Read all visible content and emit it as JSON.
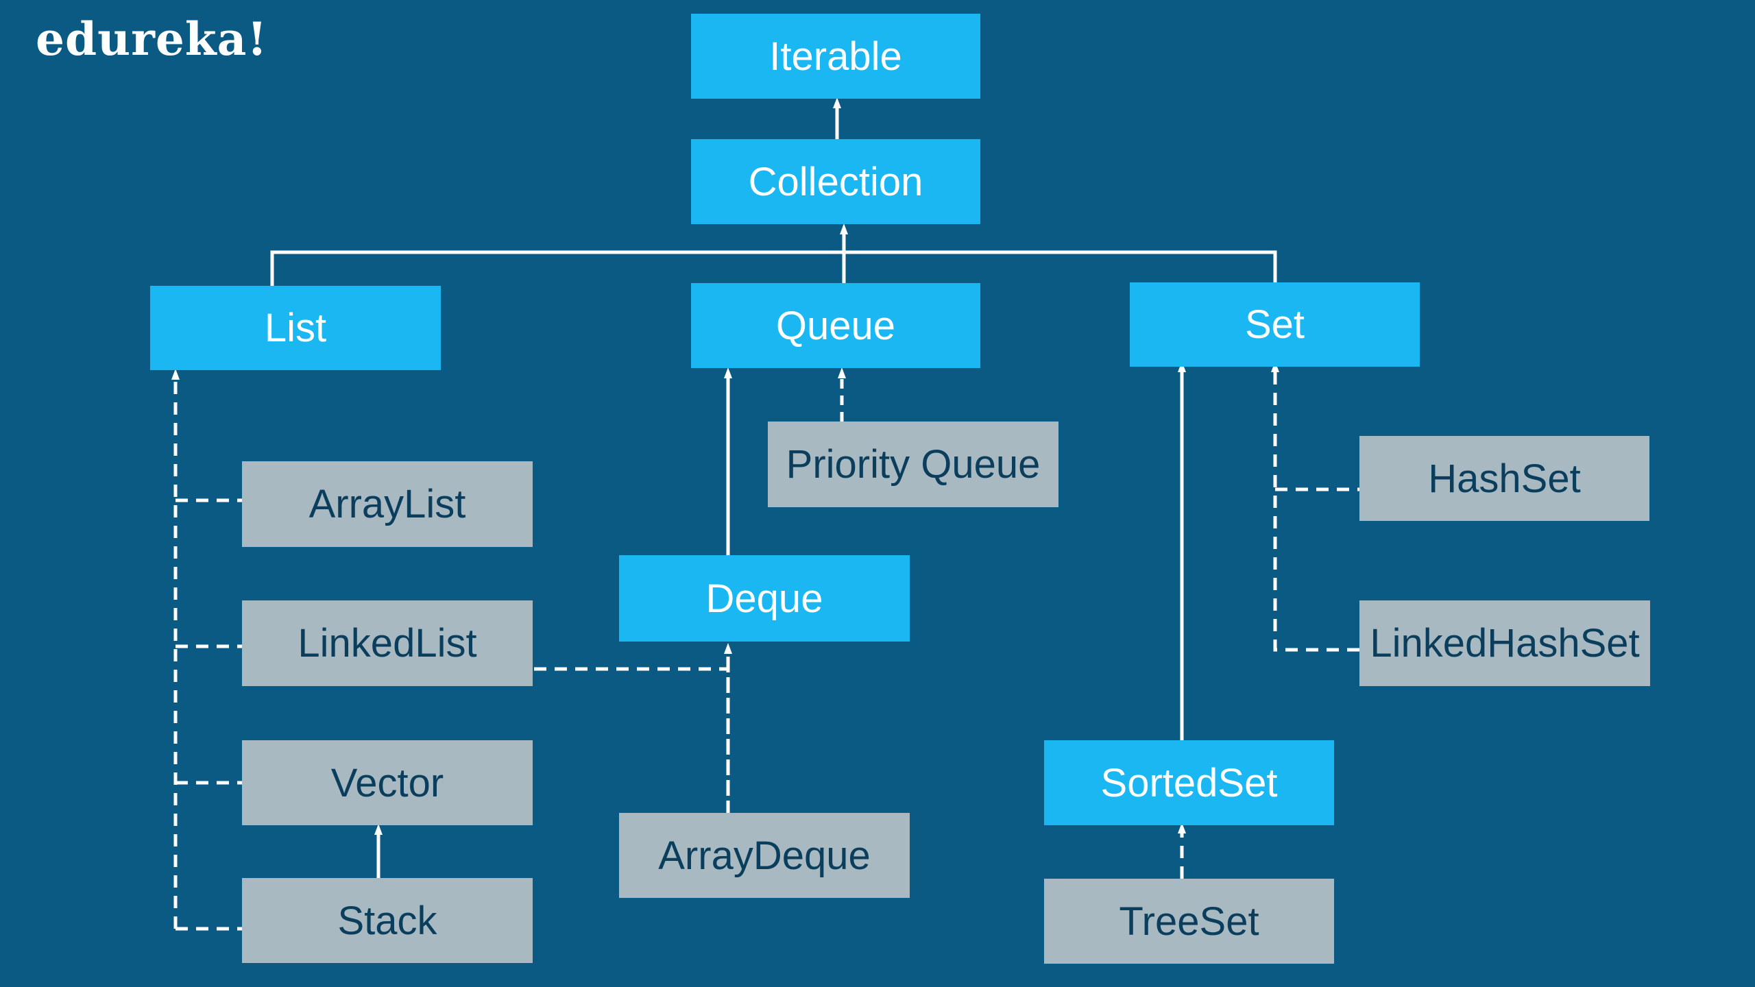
{
  "brand": {
    "logo_text": "edureka!"
  },
  "diagram": {
    "interfaces": {
      "iterable": "Iterable",
      "collection": "Collection",
      "list": "List",
      "queue": "Queue",
      "set": "Set",
      "deque": "Deque",
      "sorted_set": "SortedSet"
    },
    "classes": {
      "array_list": "ArrayList",
      "linked_list": "LinkedList",
      "vector": "Vector",
      "stack": "Stack",
      "priority_queue": "Priority Queue",
      "array_deque": "ArrayDeque",
      "hash_set": "HashSet",
      "linked_hash_set": "LinkedHashSet",
      "tree_set": "TreeSet"
    },
    "colors": {
      "background": "#0b5a84",
      "interface_fill": "#1ab7f2",
      "class_fill": "#a8b9c1",
      "interface_text": "#ffffff",
      "class_text": "#0b3e5c",
      "connector": "#ffffff"
    }
  }
}
